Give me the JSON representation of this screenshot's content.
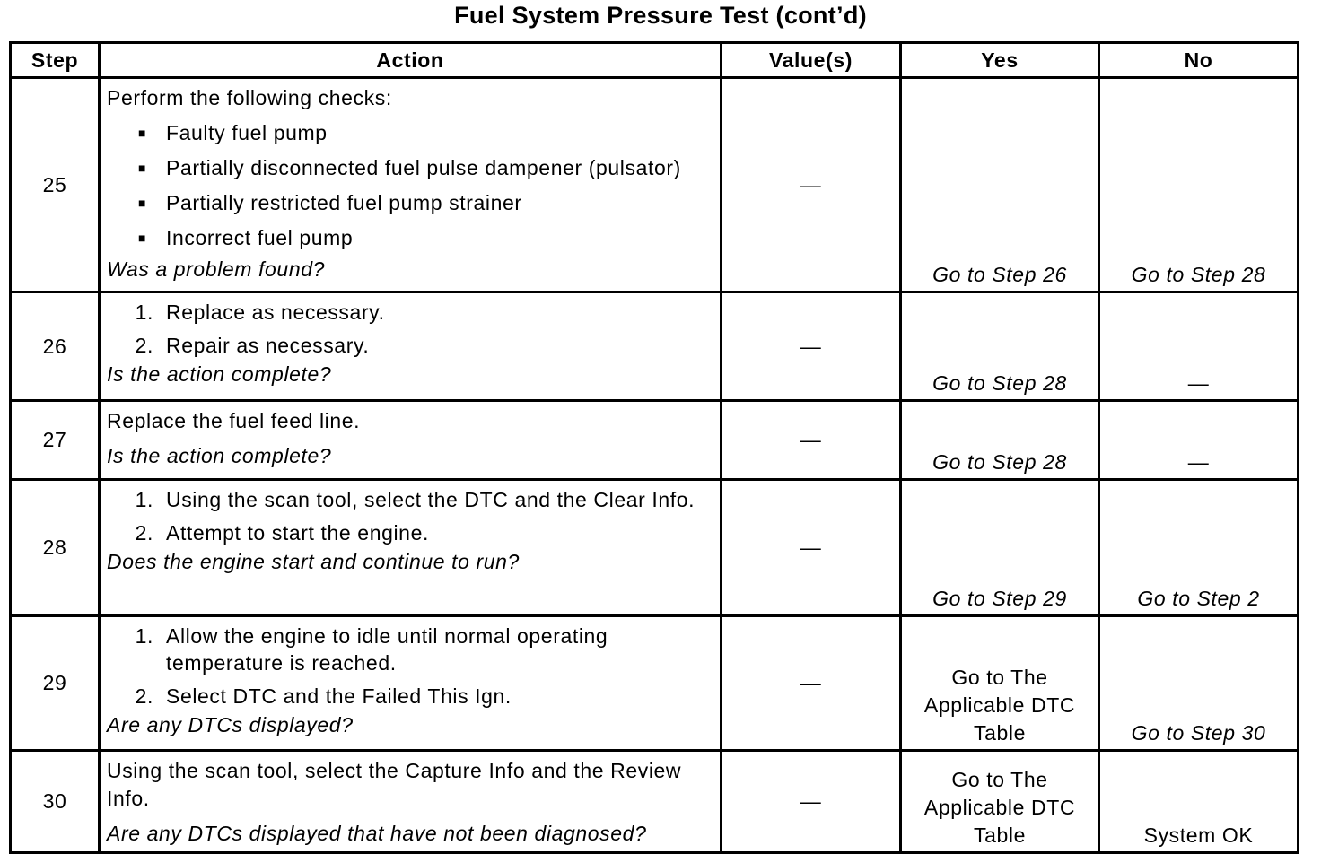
{
  "title": "Fuel System Pressure Test (cont’d)",
  "headers": {
    "step": "Step",
    "action": "Action",
    "values": "Value(s)",
    "yes": "Yes",
    "no": "No"
  },
  "rows": [
    {
      "step": "25",
      "intro": "Perform the following checks:",
      "bullets": [
        "Faulty fuel pump",
        "Partially disconnected fuel pulse dampener (pulsator)",
        "Partially restricted fuel pump strainer",
        "Incorrect fuel pump"
      ],
      "question": "Was a problem found?",
      "value": "—",
      "yes": "Go to Step 26",
      "no": "Go to Step 28"
    },
    {
      "step": "26",
      "items": [
        "Replace as necessary.",
        "Repair as necessary."
      ],
      "question": "Is the action complete?",
      "value": "—",
      "yes": "Go to Step 28",
      "no": "—"
    },
    {
      "step": "27",
      "intro": "Replace the fuel feed line.",
      "question": "Is the action complete?",
      "value": "—",
      "yes": "Go to Step 28",
      "no": "—"
    },
    {
      "step": "28",
      "items": [
        "Using the scan tool, select the DTC and the Clear Info.",
        "Attempt to start the engine."
      ],
      "question": "Does the engine start and continue to run?",
      "value": "—",
      "yes": "Go to Step 29",
      "no": "Go to Step 2"
    },
    {
      "step": "29",
      "items": [
        "Allow the engine to idle until normal operating temperature is reached.",
        "Select DTC and the Failed This Ign."
      ],
      "question": "Are any DTCs displayed?",
      "value": "—",
      "yes": "Go to The Applicable DTC Table",
      "no": "Go to Step 30"
    },
    {
      "step": "30",
      "intro": "Using the scan tool, select the Capture Info and the Review Info.",
      "question": "Are any DTCs displayed that have not been diagnosed?",
      "value": "—",
      "yes": "Go to The Applicable DTC Table",
      "no": "System OK"
    }
  ]
}
